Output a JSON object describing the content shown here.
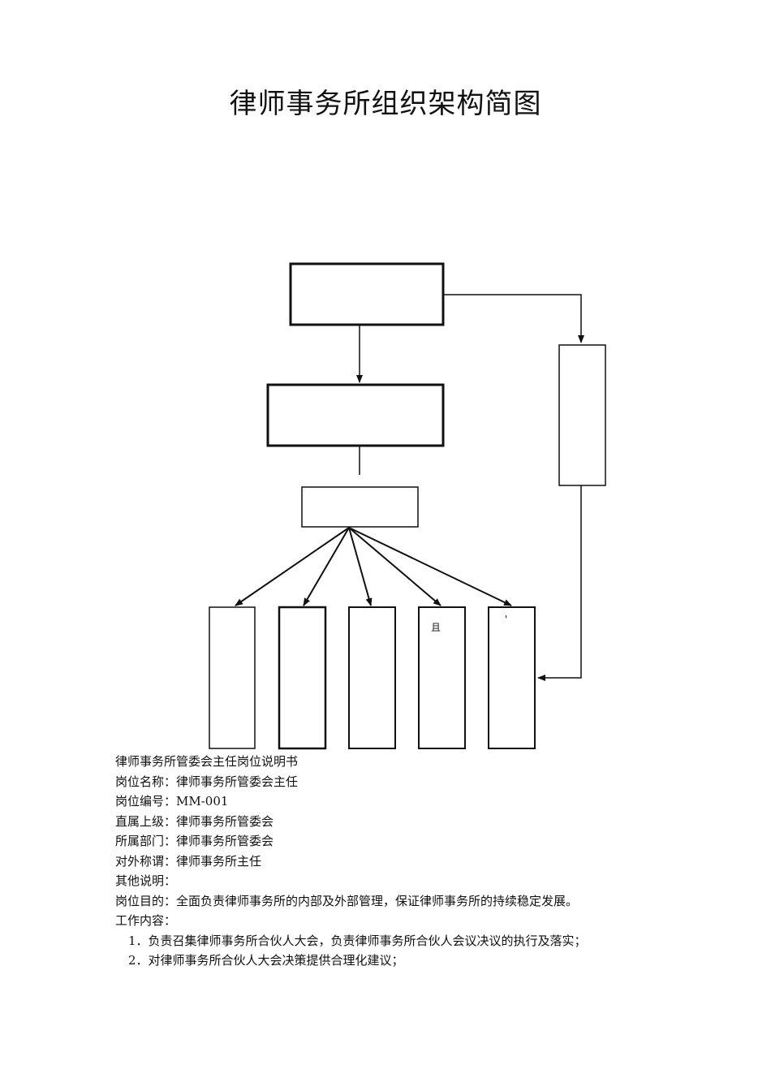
{
  "title": "律师事务所组织架构简图",
  "org_chart": {
    "small_box_marks": [
      "且",
      "'"
    ]
  },
  "description": {
    "heading": "律师事务所管委会主任岗位说明书",
    "position_name": "岗位名称：律师事务所管委会主任",
    "position_code": "岗位编号：MM-001",
    "direct_superior": "直属上级：律师事务所管委会",
    "department": "所属部门：律师事务所管委会",
    "external_title": "对外称谓：律师事务所主任",
    "other_notes": "其他说明：",
    "purpose": "岗位目的：全面负责律师事务所的内部及外部管理，保证律师事务所的持续稳定发展。",
    "work_content_label": "工作内容：",
    "items": [
      "1．负责召集律师事务所合伙人大会，负责律师事务所合伙人会议决议的执行及落实；",
      "2．对律师事务所合伙人大会决策提供合理化建议；"
    ]
  }
}
